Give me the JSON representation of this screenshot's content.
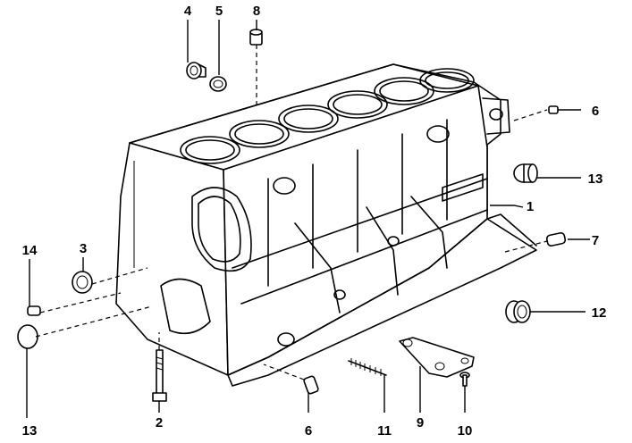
{
  "callouts": [
    {
      "id": "c1",
      "text": "1"
    },
    {
      "id": "c2",
      "text": "2"
    },
    {
      "id": "c3",
      "text": "3"
    },
    {
      "id": "c4",
      "text": "4"
    },
    {
      "id": "c5",
      "text": "5"
    },
    {
      "id": "c6a",
      "text": "6"
    },
    {
      "id": "c6b",
      "text": "6"
    },
    {
      "id": "c7",
      "text": "7"
    },
    {
      "id": "c8",
      "text": "8"
    },
    {
      "id": "c9",
      "text": "9"
    },
    {
      "id": "c10",
      "text": "10"
    },
    {
      "id": "c11",
      "text": "11"
    },
    {
      "id": "c12",
      "text": "12"
    },
    {
      "id": "c13a",
      "text": "13"
    },
    {
      "id": "c13b",
      "text": "13"
    },
    {
      "id": "c14",
      "text": "14"
    }
  ]
}
